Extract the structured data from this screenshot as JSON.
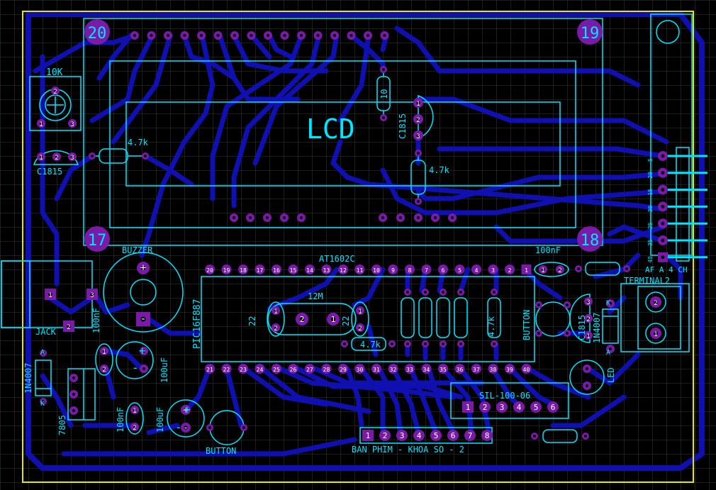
{
  "colors": {
    "background": "#000000",
    "grid": "#3a3a3a",
    "board_outline": "#e6e600",
    "silk": "#00e5ff",
    "trace": "#1010b0",
    "pad": "#7a1aa8",
    "pad_label": "#ffffff"
  },
  "labels": {
    "pot": "10K",
    "q1": "C1815",
    "r_left": "4.7k",
    "lcd": "LCD",
    "r_lcd_top": "10",
    "q_lcd": "C1815",
    "r_lcd_mid": "4.7k",
    "corner_tl": "20",
    "corner_tr": "19",
    "corner_bl": "17",
    "corner_br": "18",
    "buzzer": "BUZZER",
    "jack": "JACK",
    "lcd_part": "AT1602C",
    "cap_100nf_top": "100nF",
    "mcu": "PIC16F887",
    "crystal": "12M",
    "cap_22_left": "22",
    "cap_22_right": "22",
    "r_4k7_a": "4.7k",
    "r_4k7_b": "4.7k",
    "button_right": "BUTTON",
    "q_right": "C1815",
    "diode_right": "1N4007",
    "diode_left": "1N4007",
    "led": "LED",
    "terminal": "TERMINAL2",
    "connector_bottom": "AF A 4 CH",
    "cap_100nf_left": "100nF",
    "cap_100uf_left": "100uF",
    "regulator": "7805",
    "cap_100nf_b": "100nF",
    "cap_100uf_b": "100uF",
    "button_bottom": "BUTTON",
    "sil": "SIL-100-06",
    "keypad": "BAN PHIM - KHOA SO - 2",
    "anode": "A",
    "cathode": "K"
  },
  "pins_top": [
    "20",
    "19",
    "18",
    "17",
    "16",
    "15",
    "14",
    "13",
    "12",
    "11",
    "10",
    "9",
    "8",
    "7",
    "6",
    "5",
    "4",
    "3",
    "2",
    "1"
  ],
  "pins_bottom": [
    "21",
    "22",
    "23",
    "24",
    "25",
    "26",
    "27",
    "28",
    "29",
    "30",
    "31",
    "32",
    "33",
    "34",
    "35",
    "36",
    "37",
    "38",
    "39",
    "40"
  ],
  "sil_pins": [
    "1",
    "2",
    "3",
    "4",
    "5",
    "6"
  ],
  "keypad_pins": [
    "1",
    "2",
    "3",
    "4",
    "5",
    "6",
    "7",
    "8"
  ],
  "connector_pins": [
    "5",
    "20",
    "15",
    "30",
    "25",
    "35",
    "40"
  ]
}
